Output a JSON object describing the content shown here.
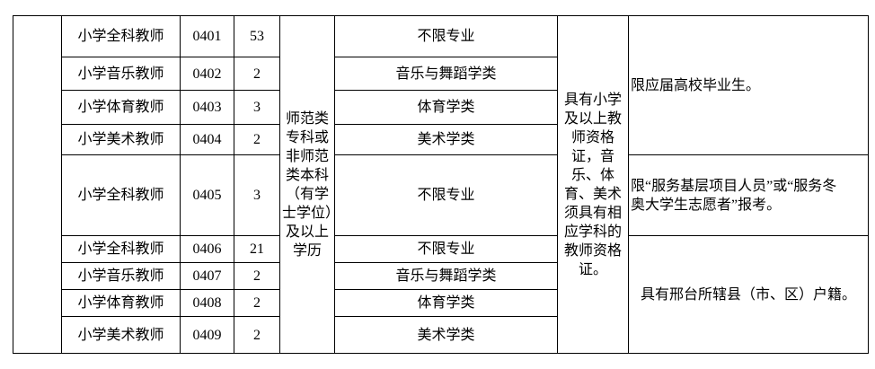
{
  "page": {
    "background_color": "#ffffff",
    "border_color": "#000000",
    "text_color": "#000000"
  },
  "table": {
    "rows": [
      {
        "position": "小学全科教师",
        "code": "0401",
        "count": "53",
        "major": "不限专业"
      },
      {
        "position": "小学音乐教师",
        "code": "0402",
        "count": "2",
        "major": "音乐与舞蹈学类"
      },
      {
        "position": "小学体育教师",
        "code": "0403",
        "count": "3",
        "major": "体育学类"
      },
      {
        "position": "小学美术教师",
        "code": "0404",
        "count": "2",
        "major": "美术学类"
      },
      {
        "position": "小学全科教师",
        "code": "0405",
        "count": "3",
        "major": "不限专业"
      },
      {
        "position": "小学全科教师",
        "code": "0406",
        "count": "21",
        "major": "不限专业"
      },
      {
        "position": "小学音乐教师",
        "code": "0407",
        "count": "2",
        "major": "音乐与舞蹈学类"
      },
      {
        "position": "小学体育教师",
        "code": "0408",
        "count": "2",
        "major": "体育学类"
      },
      {
        "position": "小学美术教师",
        "code": "0409",
        "count": "2",
        "major": "美术学类"
      }
    ],
    "education_requirement": "师范类专科或非师范类本科（有学士学位）及以上学历",
    "certificate_requirement": "具有小学及以上教师资格证，音乐、体育、美术须具有相应学科的教师资格证。",
    "other_requirements": [
      {
        "text": "限应届高校毕业生。"
      },
      {
        "text": "限“服务基层项目人员”或“服务冬\n奥大学生志愿者”报考。"
      },
      {
        "text": "具有邢台所辖县（市、区）户籍。"
      }
    ]
  }
}
